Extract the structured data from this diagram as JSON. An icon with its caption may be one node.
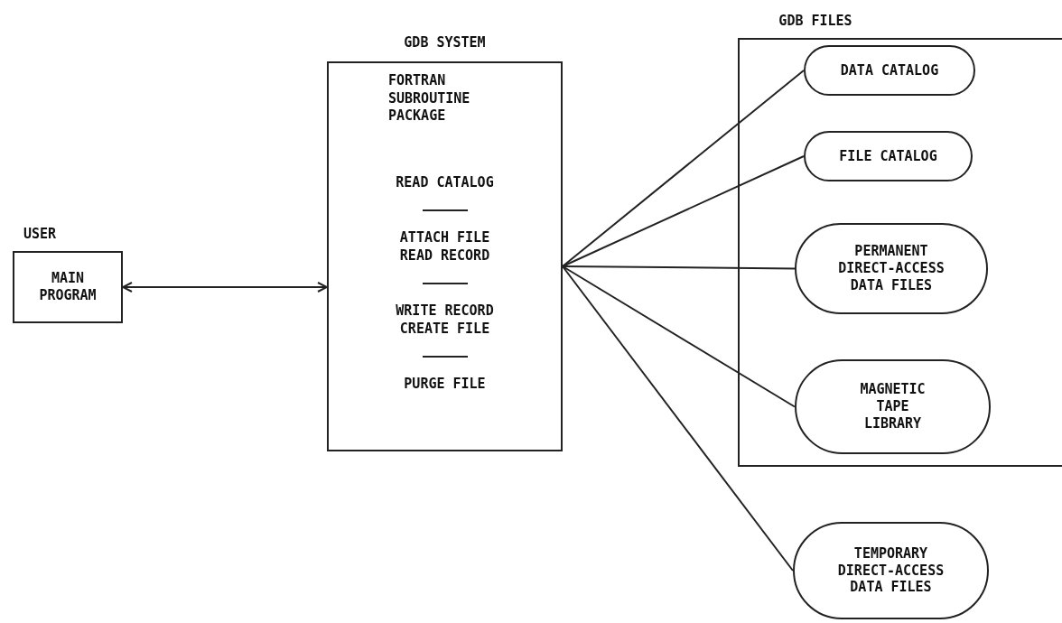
{
  "diagram": {
    "nodes": [
      {
        "text": [
          "USER",
          "MAIN PROGRAM"
        ]
      },
      {
        "text": [
          "GDB SYSTEM",
          "FORTRAN SUBROUTINE PACKAGE",
          "READ CATALOG",
          "ATTACH FILE READ RECORD",
          "WRITE RECORD CREATE FILE",
          "PURGE FILE"
        ]
      },
      {
        "text": [
          "GDB FILES"
        ]
      },
      {
        "text": [
          "DATA CATALOG"
        ],
        "in": 2
      },
      {
        "text": [
          "FILE CATALOG"
        ],
        "in": 2
      },
      {
        "text": [
          "PERMANENT DIRECT-ACCESS DATA FILES"
        ],
        "in": 2
      },
      {
        "text": [
          "MAGNETIC TAPE LIBRARY"
        ],
        "in": 2
      },
      {
        "text": [
          "TEMPORARY DIRECT-ACCESS DATA FILES"
        ]
      }
    ],
    "edges": [
      {
        "from": 0,
        "to": 1,
        "arrow": "both"
      },
      {
        "from": 1,
        "to": 3,
        "arrow": "none"
      },
      {
        "from": 1,
        "to": 4,
        "arrow": "none"
      },
      {
        "from": 1,
        "to": 5,
        "arrow": "none"
      },
      {
        "from": 1,
        "to": 6,
        "arrow": "none"
      },
      {
        "from": 1,
        "to": 7,
        "arrow": "none"
      }
    ]
  }
}
